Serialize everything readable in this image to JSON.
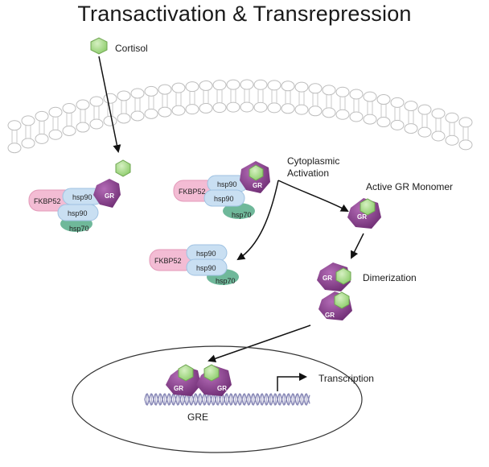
{
  "title": "Transactivation & Transrepression",
  "labels": {
    "cortisol": "Cortisol",
    "cytoplasmic_activation_line1": "Cytoplasmic",
    "cytoplasmic_activation_line2": "Activation",
    "active_gr_monomer": "Active GR Monomer",
    "dimerization": "Dimerization",
    "transcription": "Transcription",
    "gre": "GRE"
  },
  "proteins": {
    "fkbp52": "FKBP52",
    "hsp90": "hsp90",
    "hsp70": "hsp70",
    "gr": "GR"
  },
  "colors": {
    "cortisol": "#a9d98a",
    "gr": "#8a3f8f",
    "fkbp52": "#f3bcd4",
    "hsp90": "#c9dff2",
    "hsp70": "#6fb89a",
    "membrane": "#bdbdbd",
    "dna": "#8a8ab8"
  }
}
